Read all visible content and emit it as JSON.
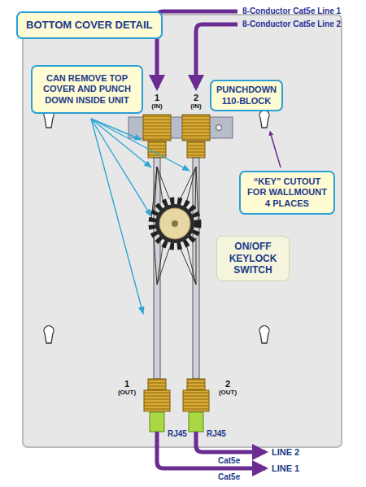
{
  "diagram": {
    "title": "BOTTOM COVER DETAIL",
    "nodes": [
      {
        "text": [
          "CAN REMOVE TOP COVER AND PUNCH DOWN INSIDE UNIT"
        ]
      },
      {
        "text": [
          "PUNCHDOWN 110-BLOCK"
        ]
      },
      {
        "text": [
          "“KEY” CUTOUT FOR WALLMOUNT 4 PLACES"
        ]
      },
      {
        "text": [
          "ON/OFF KEYLOCK SWITCH"
        ]
      }
    ],
    "labels": [
      "8-Conductor Cat5e Line 1",
      "8-Conductor Cat5e Line 2",
      "1",
      "(IN)",
      "2",
      "(IN)",
      "1",
      "(OUT)",
      "2",
      "(OUT)",
      "RJ45",
      "RJ45",
      "LINE 2",
      "Cat5e",
      "LINE 1",
      "Cat5e"
    ]
  }
}
